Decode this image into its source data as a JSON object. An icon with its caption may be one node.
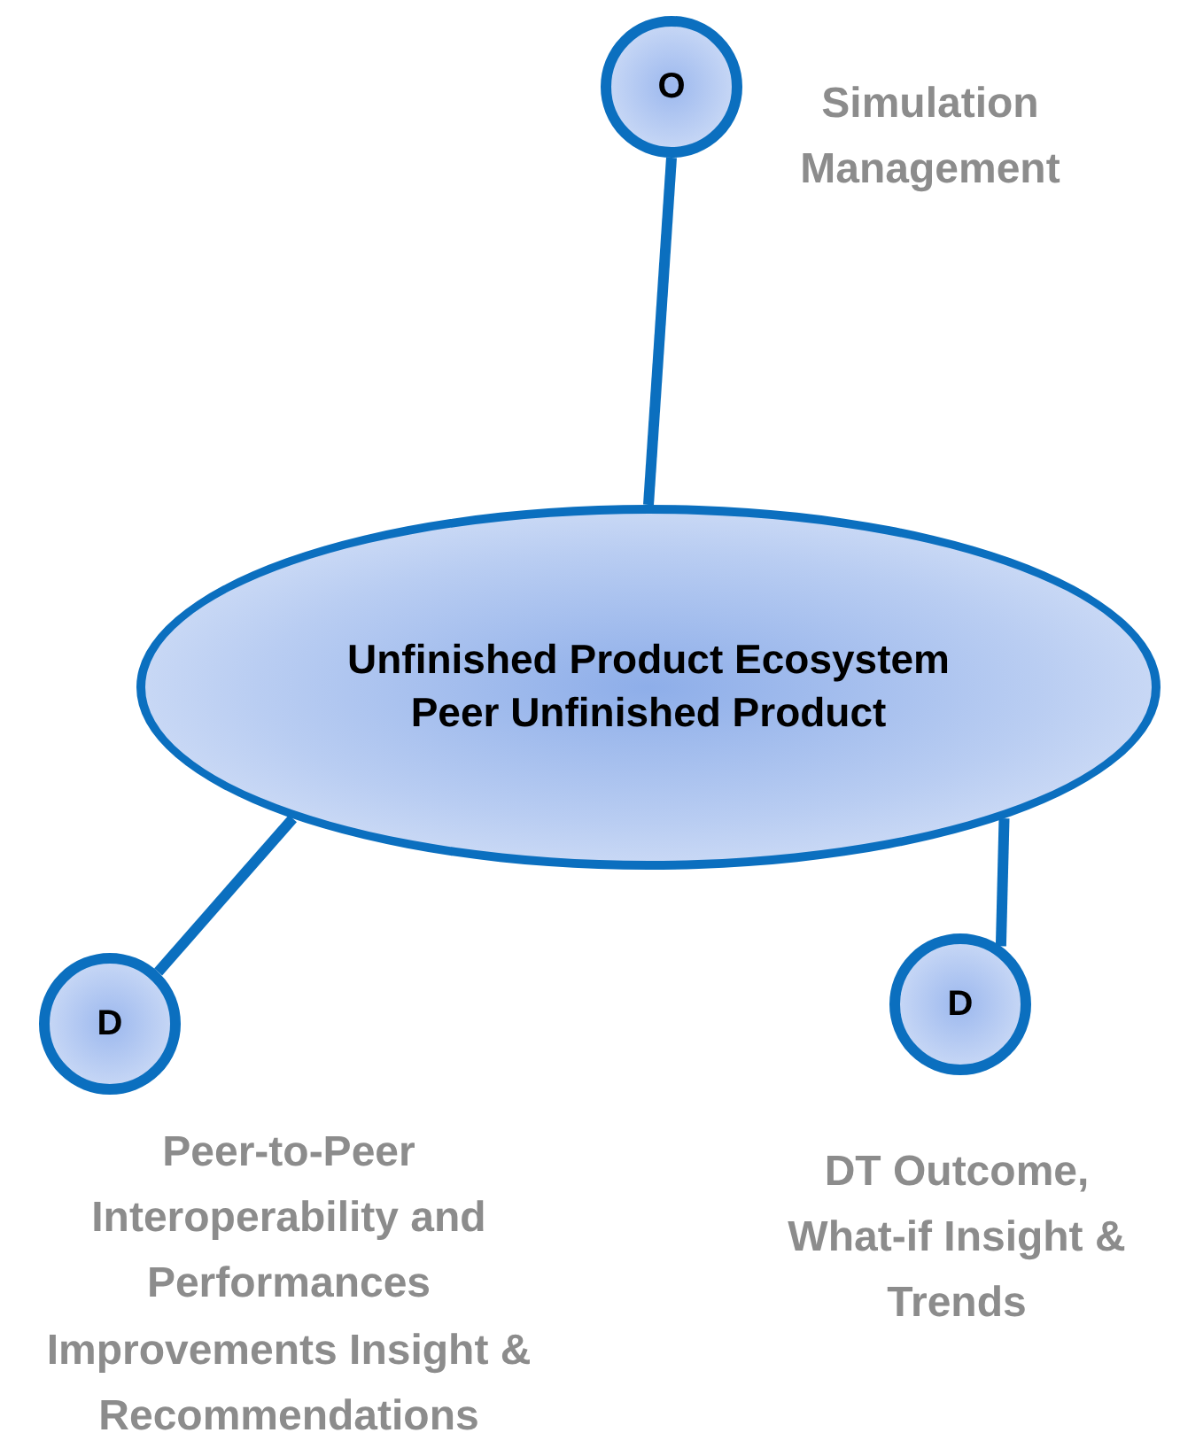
{
  "diagram": {
    "nodes": [
      {
        "text": [
          "Unfinished Product Ecosystem Peer Unfinished Product"
        ]
      },
      {
        "text": [
          "O"
        ],
        "beside": [
          "Simulation Management"
        ]
      },
      {
        "text": [
          "D"
        ],
        "beside": [
          "Peer-to-Peer Interoperability and Performances Improvements Insight & Recommendations"
        ]
      },
      {
        "text": [
          "D"
        ],
        "beside": [
          "DT Outcome, What-if Insight & Trends"
        ]
      }
    ],
    "edges": [
      {
        "from": 0,
        "to": 1,
        "arrow": "none"
      },
      {
        "from": 0,
        "to": 2,
        "arrow": "none"
      },
      {
        "from": 0,
        "to": 3,
        "arrow": "none"
      }
    ]
  }
}
